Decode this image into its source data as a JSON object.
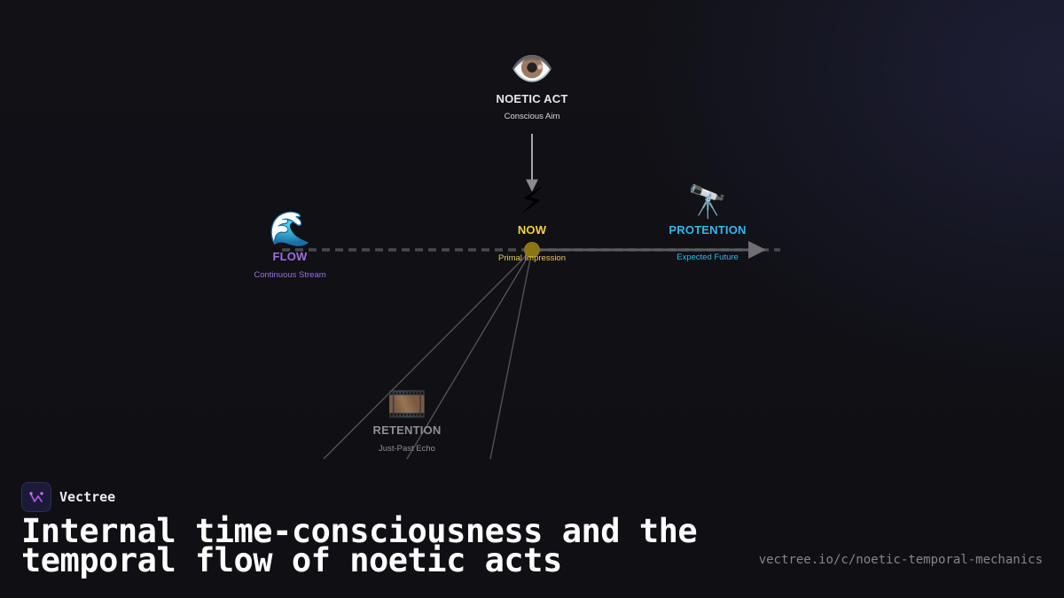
{
  "diagram": {
    "nodes": {
      "noetic_act": {
        "icon": "eye-icon",
        "glyph": "👁️",
        "title": "NOETIC ACT",
        "subtitle": "Conscious Aim"
      },
      "now": {
        "icon": "lightning-icon",
        "glyph": "⚡",
        "title": "NOW",
        "subtitle": "Primal Impression"
      },
      "protention": {
        "icon": "telescope-icon",
        "glyph": "🔭",
        "title": "PROTENTION",
        "subtitle": "Expected Future"
      },
      "flow": {
        "icon": "wave-icon",
        "glyph": "🌊",
        "title": "FLOW",
        "subtitle": "Continuous Stream"
      },
      "retention": {
        "icon": "film-strip-icon",
        "glyph": "🎞️",
        "title": "RETENTION",
        "subtitle": "Just-Past Echo"
      }
    },
    "edges": [
      {
        "from": "noetic_act",
        "to": "now",
        "style": "solid-arrow"
      },
      {
        "from": "now",
        "to": "protention",
        "style": "solid-arrow"
      },
      {
        "from": "flow",
        "to": "protention",
        "style": "dashed-line"
      },
      {
        "from": "now",
        "to": "retention",
        "style": "thin-fan"
      }
    ],
    "colors": {
      "now": "#f5d33a",
      "protention": "#2fb8f0",
      "flow": "#9c6fe0",
      "retention": "#8e8e94"
    }
  },
  "brand": {
    "logo_icon": "vectree-logo-icon",
    "name": "Vectree"
  },
  "title": "Internal time-consciousness and the temporal flow of noetic acts",
  "url": "vectree.io/c/noetic-temporal-mechanics"
}
